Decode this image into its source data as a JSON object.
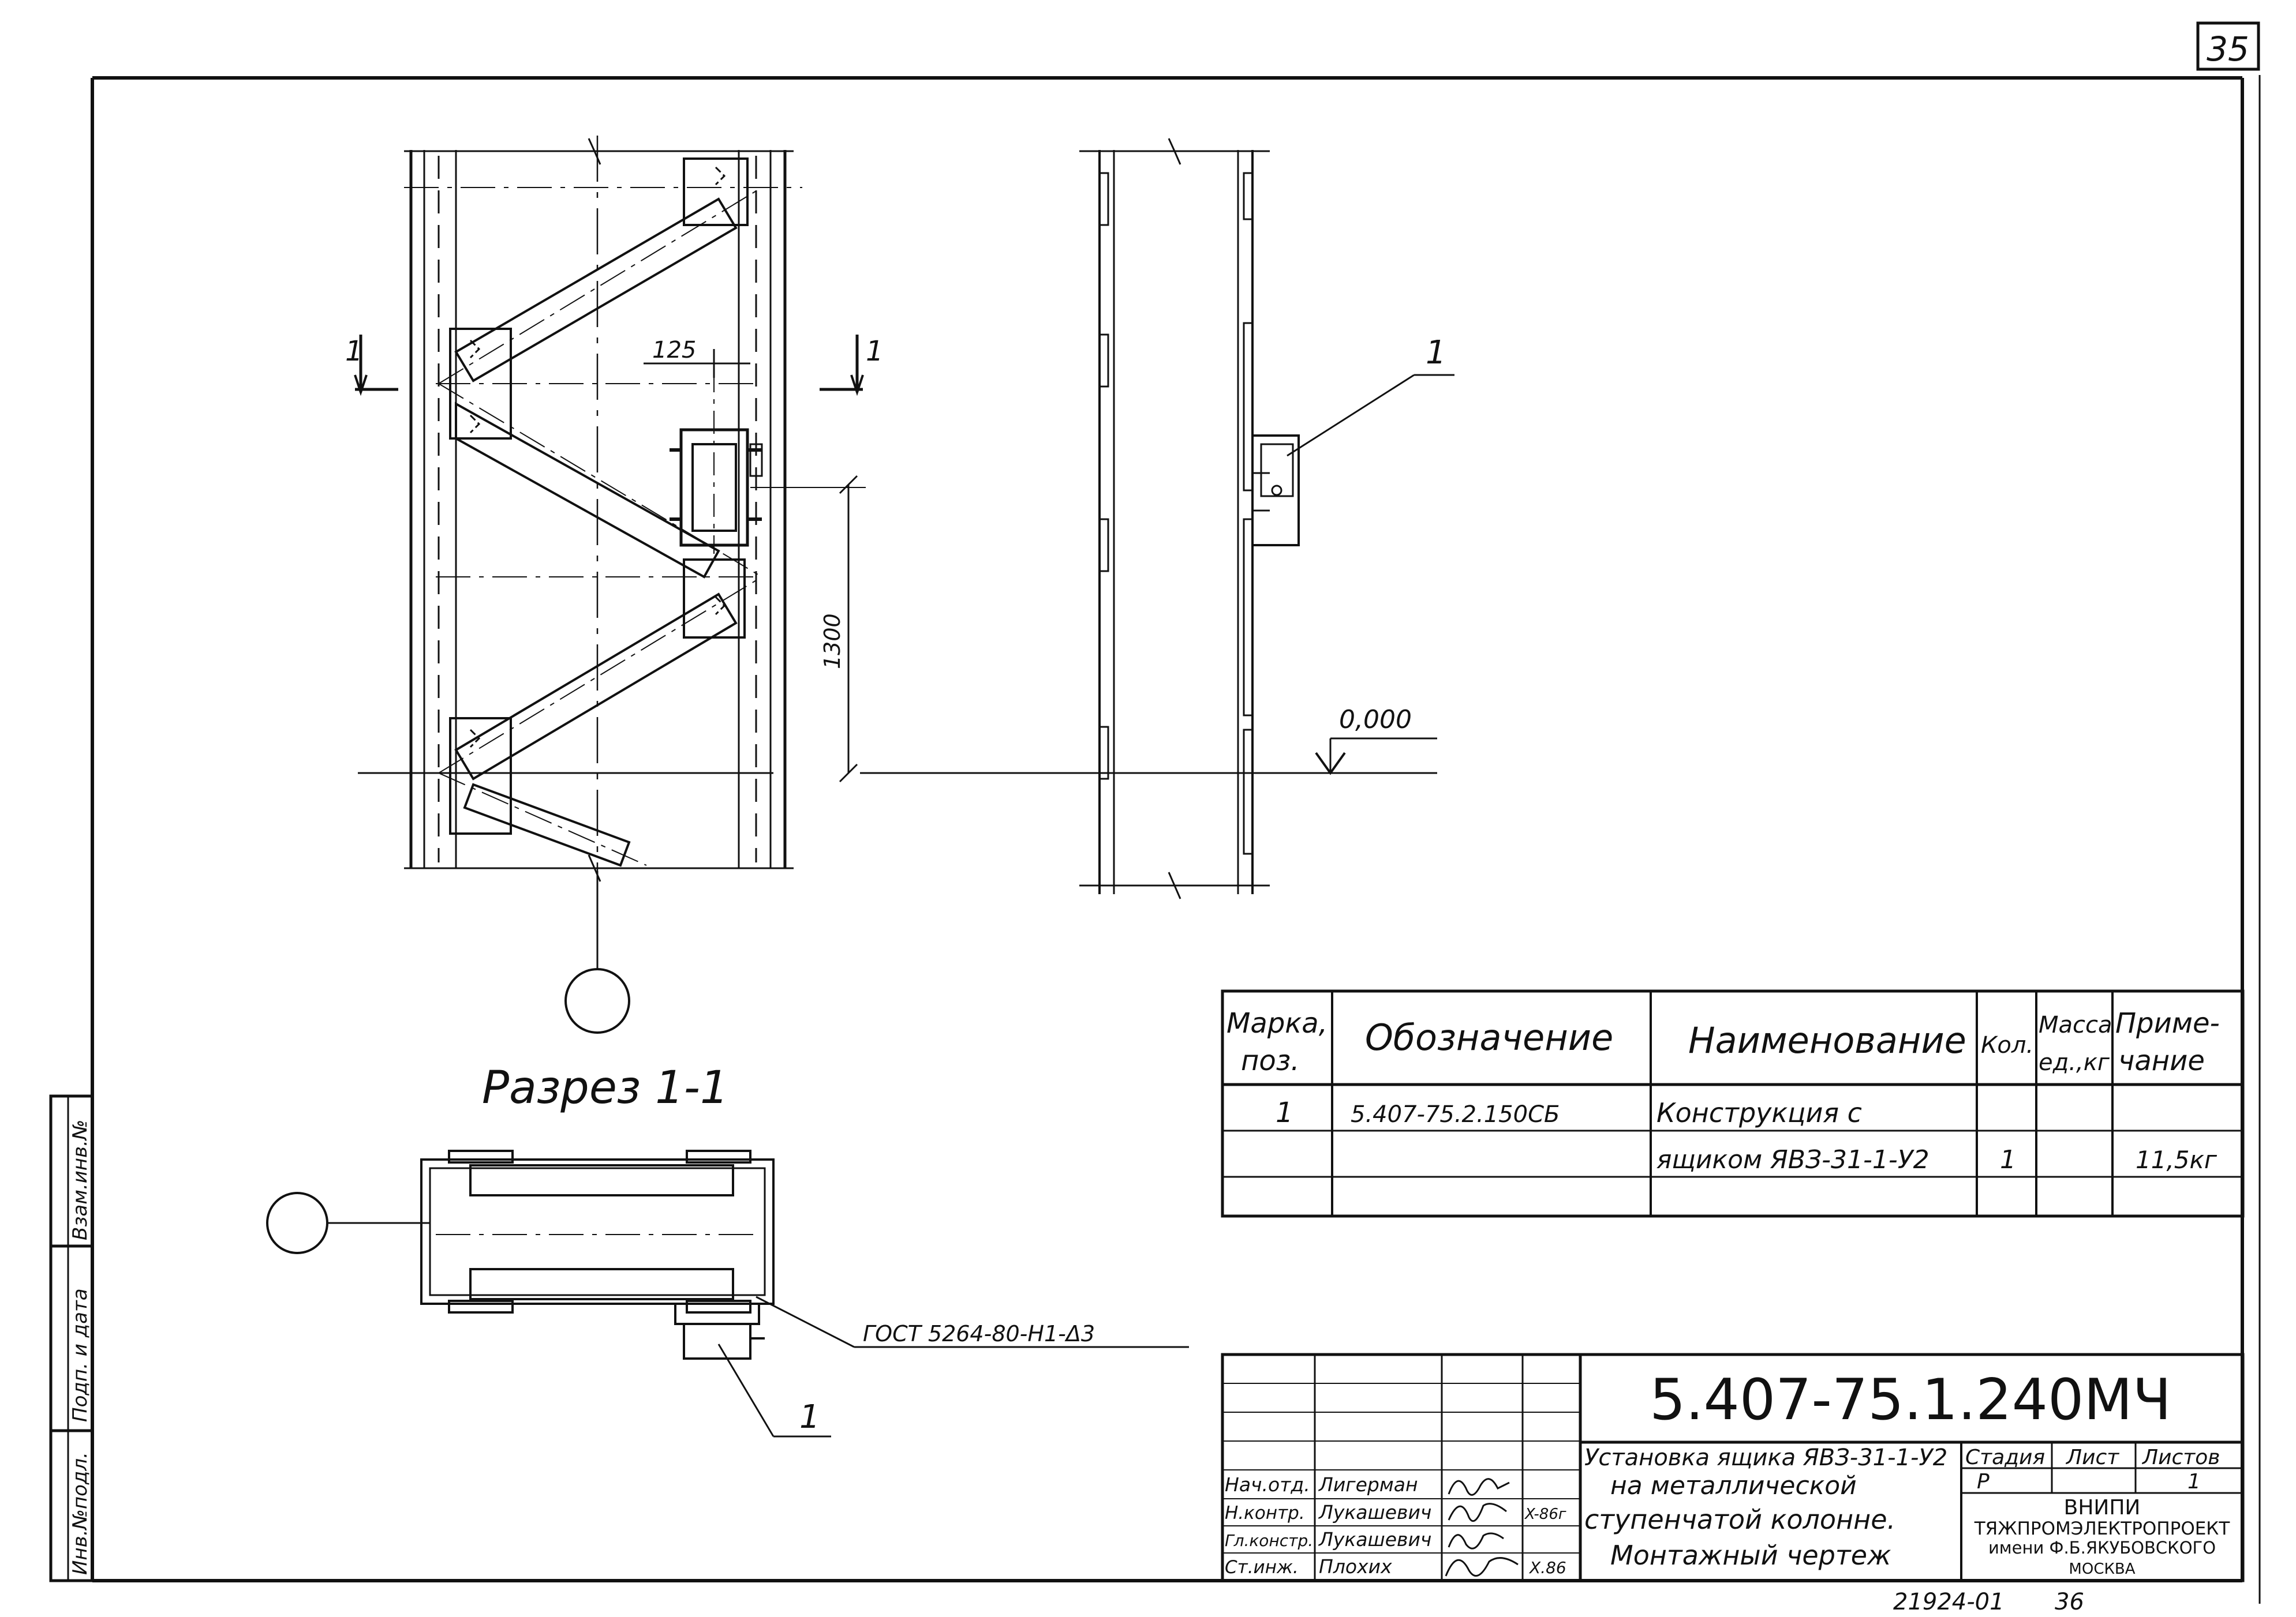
{
  "sheet_number": "35",
  "labels": {
    "section_marker": "1",
    "section_title": "Разрез 1-1",
    "position_callout": "1",
    "dim_125": "125",
    "dim_1300": "1300",
    "elevation": "0,000",
    "weld_note": "ГОСТ 5264-80-Н1-Δ3"
  },
  "spec_table": {
    "headers": {
      "mark": "Марка,",
      "mark2": "поз.",
      "designation": "Обозначение",
      "name": "Наименование",
      "qty": "Кол.",
      "mass": "Масса",
      "mass2": "ед.,кг",
      "note": "Приме-",
      "note2": "чание"
    },
    "rows": [
      {
        "mark": "1",
        "designation": "5.407-75.2.150СБ",
        "name": "Конструкция с",
        "qty": "",
        "mass": "",
        "note": ""
      },
      {
        "mark": "",
        "designation": "",
        "name": "ящиком ЯВЗ-31-1-У2",
        "qty": "1",
        "mass": "",
        "note": "11,5кг"
      },
      {
        "mark": "",
        "designation": "",
        "name": "",
        "qty": "",
        "mass": "",
        "note": ""
      }
    ]
  },
  "title_block": {
    "code": "5.407-75.1.240МЧ",
    "title_line1": "Установка ящика ЯВЗ-31-1-У2",
    "title_line2": "на металлической",
    "title_line3": "ступенчатой колонне.",
    "title_line4": "Монтажный чертеж",
    "stage_label": "Стадия",
    "sheet_label": "Лист",
    "sheets_label": "Листов",
    "stage_value": "Р",
    "sheets_value": "1",
    "org1": "ВНИПИ",
    "org2": "ТЯЖПРОМЭЛЕКТРОПРОЕКТ",
    "org3": "имени Ф.Б.ЯКУБОВСКОГО",
    "org4": "МОСКВА",
    "roles": [
      {
        "role": "Нач.отд.",
        "name": "Лигерман",
        "date": ""
      },
      {
        "role": "Н.контр.",
        "name": "Лукашевич",
        "date": "X-86г"
      },
      {
        "role": "Гл.констр.",
        "name": "Лукашевич",
        "date": ""
      },
      {
        "role": "Ст.инж.",
        "name": "Плохих",
        "date": "X.86"
      }
    ]
  },
  "side_stamp": {
    "field1": "Взам.инв.№",
    "field2": "Подп. и дата",
    "field3": "Инв.№подл."
  },
  "footer": {
    "archive_number": "21924-01",
    "page": "36"
  }
}
